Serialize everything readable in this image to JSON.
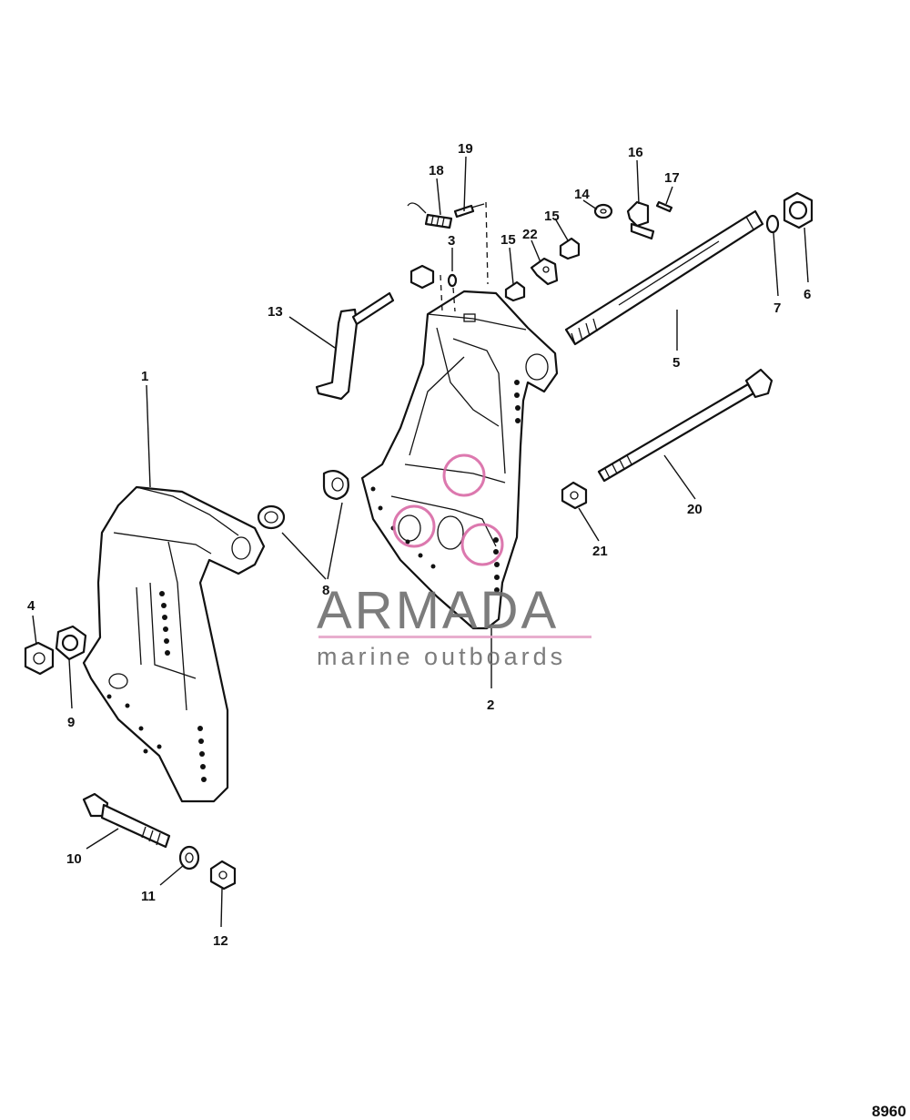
{
  "callouts": [
    {
      "id": "1",
      "label": "1"
    },
    {
      "id": "2",
      "label": "2"
    },
    {
      "id": "3",
      "label": "3"
    },
    {
      "id": "4",
      "label": "4"
    },
    {
      "id": "5",
      "label": "5"
    },
    {
      "id": "6",
      "label": "6"
    },
    {
      "id": "7",
      "label": "7"
    },
    {
      "id": "8",
      "label": "8"
    },
    {
      "id": "9",
      "label": "9"
    },
    {
      "id": "10",
      "label": "10"
    },
    {
      "id": "11",
      "label": "11"
    },
    {
      "id": "12",
      "label": "12"
    },
    {
      "id": "13",
      "label": "13"
    },
    {
      "id": "14",
      "label": "14"
    },
    {
      "id": "15a",
      "label": "15"
    },
    {
      "id": "15b",
      "label": "15"
    },
    {
      "id": "16",
      "label": "16"
    },
    {
      "id": "17",
      "label": "17"
    },
    {
      "id": "18",
      "label": "18"
    },
    {
      "id": "19",
      "label": "19"
    },
    {
      "id": "20",
      "label": "20"
    },
    {
      "id": "21",
      "label": "21"
    },
    {
      "id": "22",
      "label": "22"
    }
  ],
  "watermark": {
    "brand": "ARMADA",
    "tagline": "marine outboards",
    "line_color": "#e6a6c9",
    "logo_color": "#d96aa6"
  },
  "figure_number": "8960"
}
